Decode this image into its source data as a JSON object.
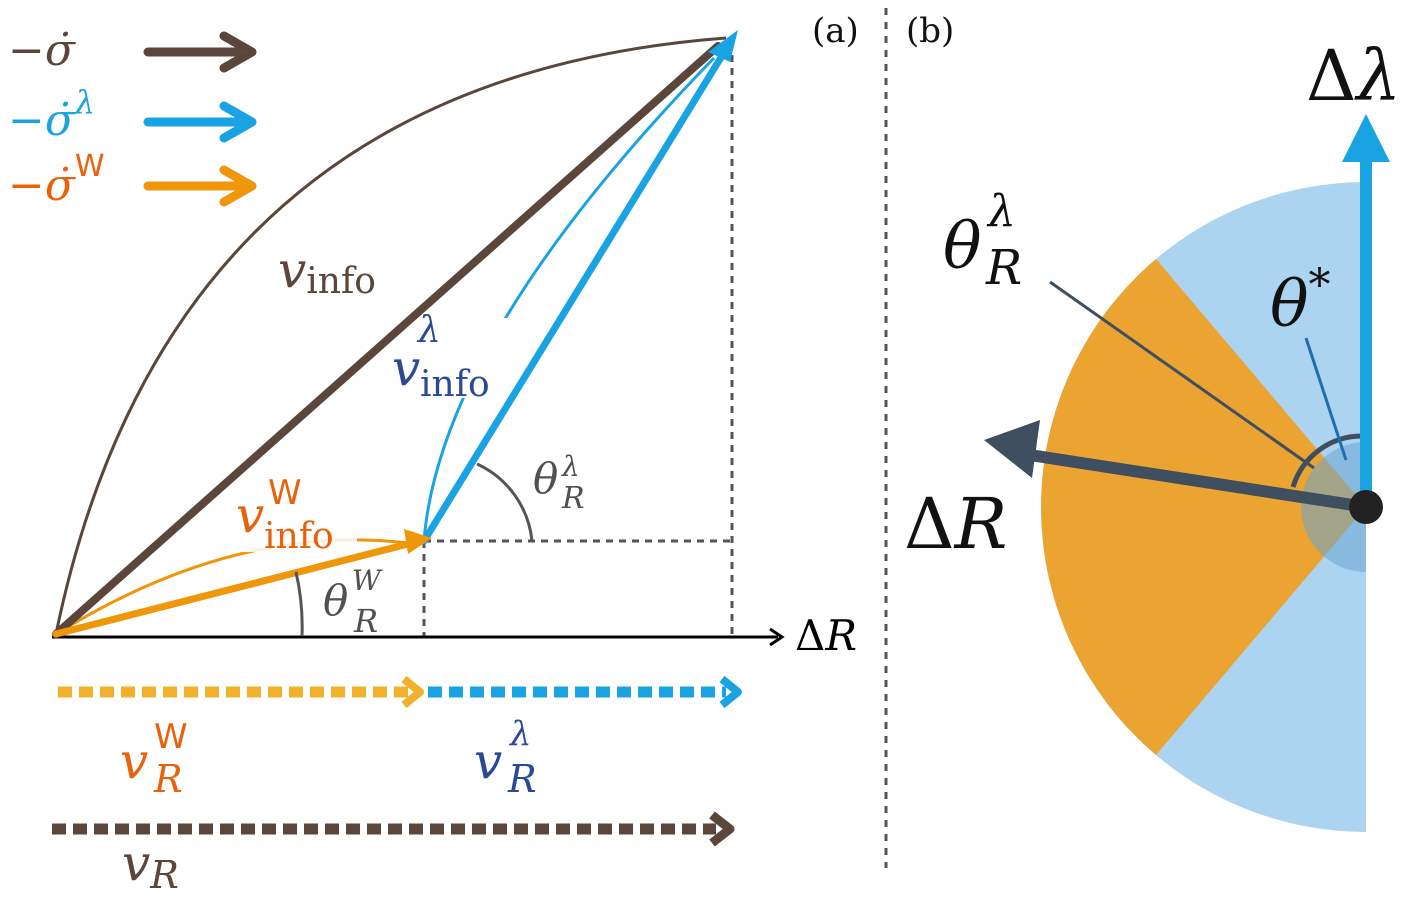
{
  "colors": {
    "total": "#5a463a",
    "lambda": "#1aa3e2",
    "lambda_text": "#2a4a96",
    "lambda_legend_text": "#1aa3e2",
    "w": "#f0960a",
    "w_text": "#e8620c",
    "w_dashed": "#f1b12a",
    "axis": "#000000",
    "guide": "#555555",
    "angle_arc": "#555555",
    "angle_text": "#505050",
    "pie_light": "#acd3ef",
    "pie_orange": "#eba331",
    "pie_overlap": "#6aa5d0",
    "delta_r_arrow": "#3f4f5f",
    "center_dot": "#222222",
    "dark_text": "#111111"
  },
  "panel_a": {
    "label": "(a)",
    "legend": [
      {
        "base": "−",
        "symbol": "σ̇",
        "sup": "",
        "color_key": "total"
      },
      {
        "base": "−",
        "symbol": "σ̇",
        "sup": "λ",
        "color_key": "lambda_legend_text"
      },
      {
        "base": "−",
        "symbol": "σ̇",
        "sup": "W",
        "color_key": "w_text"
      }
    ],
    "labels": {
      "v_info": {
        "main": "v",
        "sub": "info",
        "sup": ""
      },
      "v_info_lambda": {
        "main": "v",
        "sub": "info",
        "sup": "λ"
      },
      "v_info_w": {
        "main": "v",
        "sub": "info",
        "sup": "W"
      },
      "theta_r_lambda": {
        "main": "θ",
        "sub": "R",
        "sup": "λ"
      },
      "theta_r_w": {
        "main": "θ",
        "sub": "R",
        "sup": "W"
      },
      "axis_label": {
        "prefix": "Δ",
        "main": "R"
      },
      "v_r_w": {
        "main": "v",
        "sub": "R",
        "sup": "W"
      },
      "v_r_lambda": {
        "main": "v",
        "sub": "R",
        "sup": "λ"
      },
      "v_r": {
        "main": "v",
        "sub": "R",
        "sup": ""
      }
    }
  },
  "panel_b": {
    "label": "(b)",
    "labels": {
      "delta_lambda": {
        "prefix": "Δ",
        "main": "λ"
      },
      "delta_r": {
        "prefix": "Δ",
        "main": "R"
      },
      "theta_r_lambda": {
        "main": "θ",
        "sub": "R",
        "sup": "λ"
      },
      "theta_star": {
        "main": "θ",
        "sup": "*"
      }
    }
  }
}
